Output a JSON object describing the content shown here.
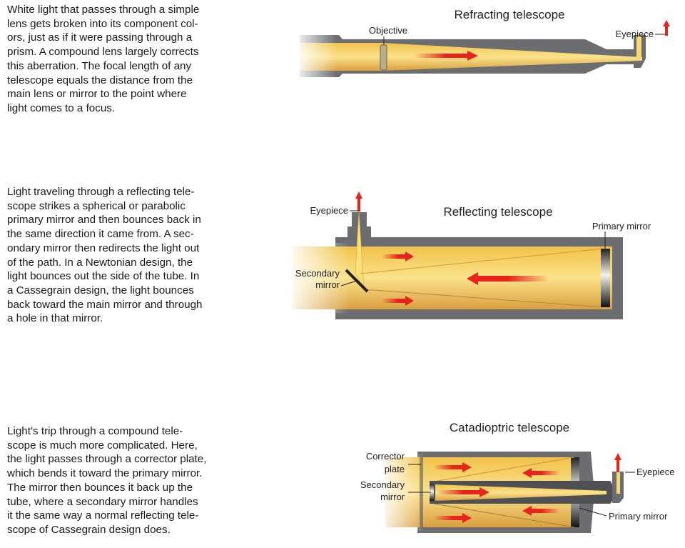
{
  "paragraphs": [
    {
      "lines": [
        "White light that passes through a simple",
        "lens gets broken into its component col-",
        "ors, just as if it were passing through a",
        "prism. A compound lens largely corrects",
        "this aberration. The focal length of any",
        "telescope equals the distance from the",
        "main lens or mirror to the point where",
        "light comes to a focus."
      ]
    },
    {
      "lines": [
        "Light traveling through a reflecting tele-",
        "scope strikes a spherical or parabolic",
        "primary mirror and then bounces back in",
        "the same direction it came from. A sec-",
        "ondary mirror then redirects the light out",
        "of the path. In a Newtonian design, the",
        "light bounces out the side of the tube. In",
        "a Cassegrain design, the light bounces",
        "back toward the main mirror and through",
        "a hole in that mirror."
      ]
    },
    {
      "lines": [
        "Light’s trip through a compound tele-",
        "scope is much more complicated. Here,",
        "the light passes through a corrector plate,",
        "which bends it toward the primary mirror.",
        "The mirror then bounces it back up the",
        "tube, where a secondary mirror handles",
        "it the same way a normal reflecting tele-",
        "scope of Cassegrain design does."
      ]
    }
  ],
  "diagrams": {
    "refracting": {
      "title": "Refracting telescope",
      "objective": "Objective",
      "eyepiece": "Eyepiece"
    },
    "reflecting": {
      "title": "Reflecting telescope",
      "eyepiece": "Eyepiece",
      "primary_mirror": "Primary mirror",
      "secondary_mirror_1": "Secondary",
      "secondary_mirror_2": "mirror"
    },
    "catadioptric": {
      "title": "Catadioptric telescope",
      "corrector_1": "Corrector",
      "corrector_2": "plate",
      "secondary_1": "Secondary",
      "secondary_2": "mirror",
      "eyepiece": "Eyepiece",
      "primary_mirror": "Primary mirror"
    }
  },
  "colors": {
    "tube": "#6b6d70",
    "light": "#f7d25a",
    "arrow": "#e8231b"
  }
}
